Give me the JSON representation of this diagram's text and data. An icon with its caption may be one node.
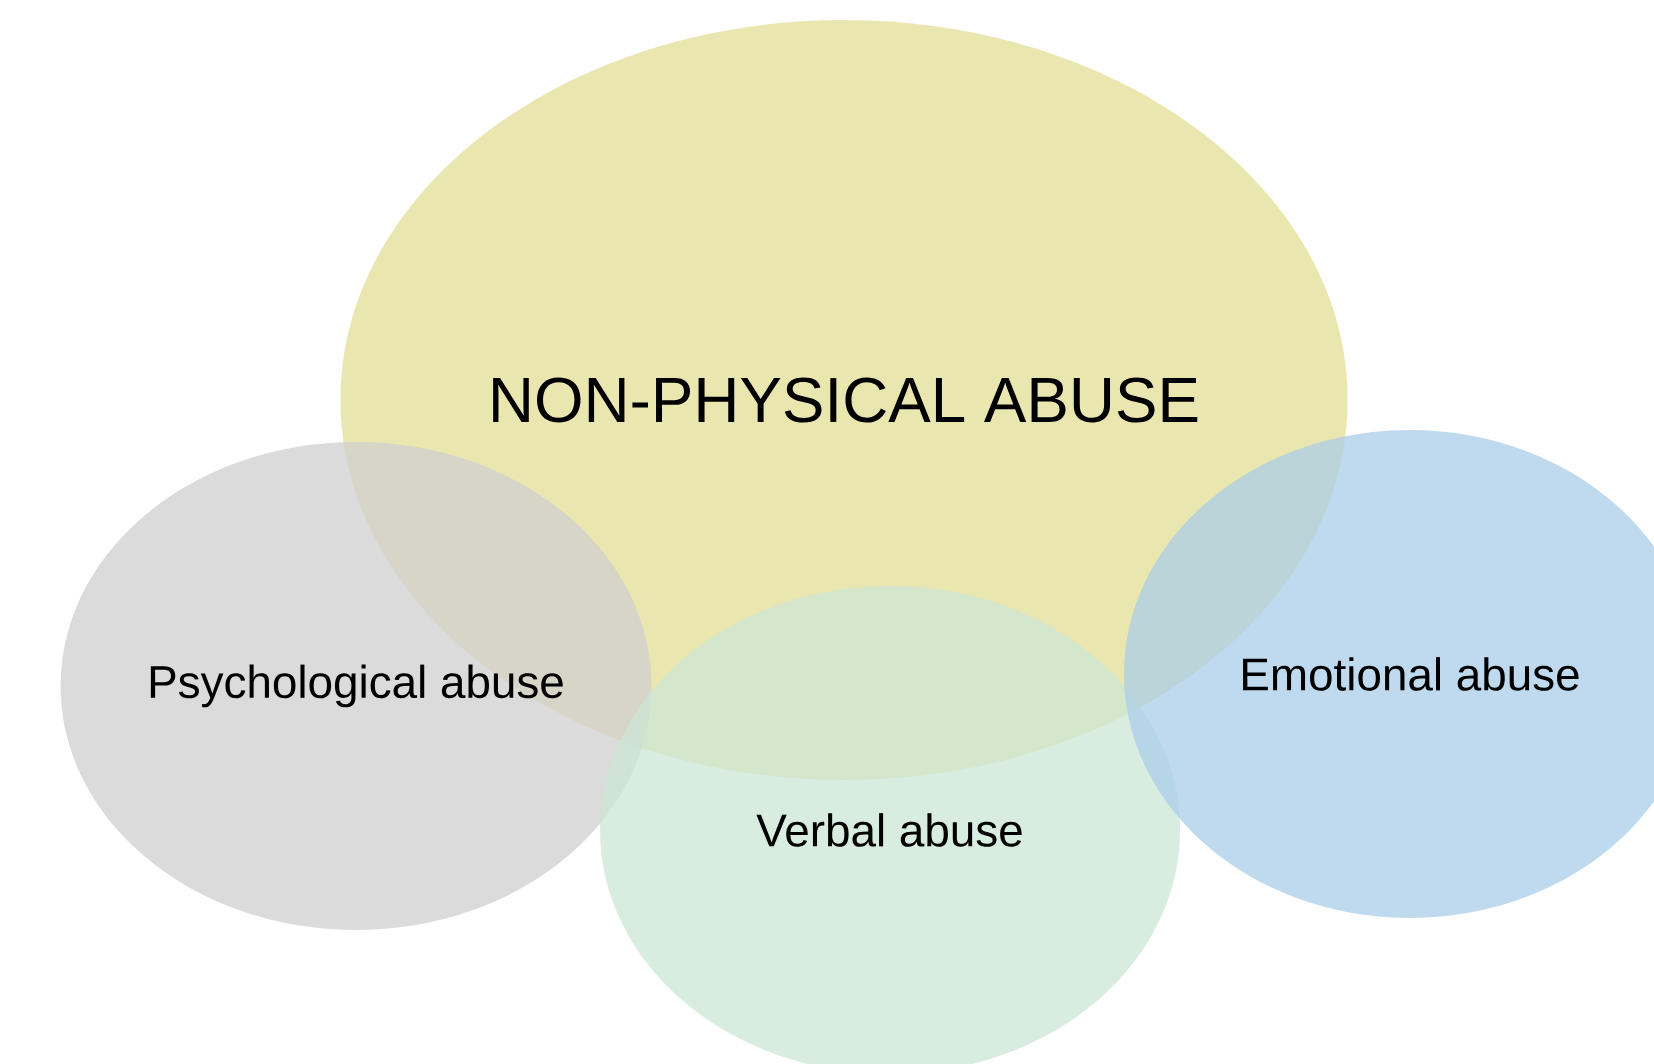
{
  "diagram": {
    "nodes": [
      {
        "text": [
          "NON-PHYSICAL ABUSE"
        ]
      },
      {
        "text": [
          "Psychological abuse"
        ]
      },
      {
        "text": [
          "Verbal abuse"
        ]
      },
      {
        "text": [
          "Emotional abuse"
        ]
      }
    ]
  }
}
